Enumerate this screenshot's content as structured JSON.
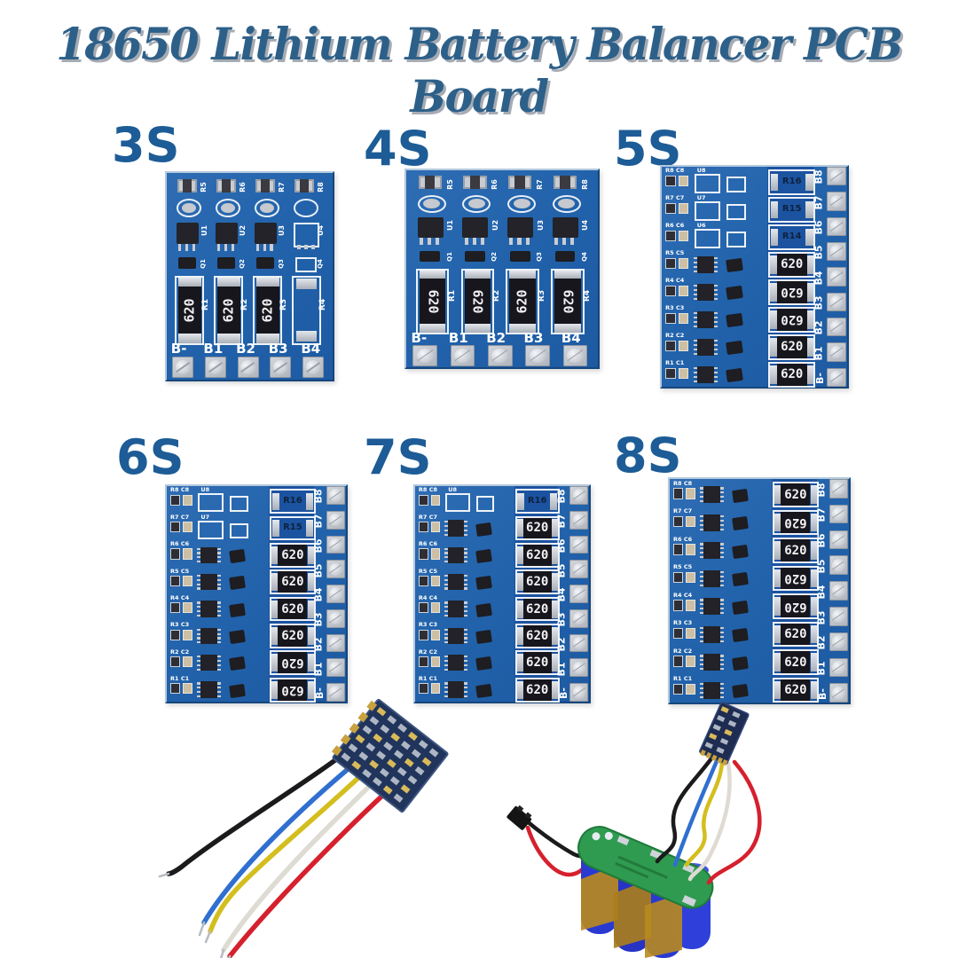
{
  "title": "18650 Lithium Battery Balancer PCB Board",
  "colors": {
    "title": "#2d6089",
    "title_shadow": "#a6abb3",
    "label": "#1d5c96",
    "pcb_blue": "#2263ab",
    "pcb_dark_stripe": "#1b53a0",
    "silkscreen": "#ffffff",
    "resistor_body": "#16161c",
    "resistor_text": "#f2f2f4",
    "pad_silver": "#b9bec6",
    "empty_label_dark": "#0e2240",
    "wire_black": "#1b1b1d",
    "wire_blue": "#2f6fd0",
    "wire_yellow": "#d4be1e",
    "wire_white": "#e6e3da",
    "wire_red": "#d6202d",
    "cell_blue": "#2a3ad0",
    "cell_tape_gold": "#b8891f",
    "pack_pcb_green": "#2f9b50"
  },
  "boards": [
    {
      "label": "3S",
      "orientation": "horizontal",
      "cells": 3,
      "columns": 4,
      "resistor_value": "620",
      "terminals": [
        "B-",
        "B1",
        "B2",
        "B3",
        "B4"
      ],
      "top_res_labels": [
        "R5",
        "R6",
        "R7",
        "R8"
      ],
      "ic_labels": [
        "U1",
        "U2",
        "U3",
        "U4"
      ],
      "q_labels": [
        "Q1",
        "Q2",
        "Q3",
        "Q4"
      ],
      "res_labels": [
        "R1",
        "R2",
        "R3",
        "R4"
      ],
      "value_flips": [
        false,
        false,
        false
      ]
    },
    {
      "label": "4S",
      "orientation": "horizontal",
      "cells": 4,
      "columns": 4,
      "resistor_value": "620",
      "terminals": [
        "B-",
        "B1",
        "B2",
        "B3",
        "B4"
      ],
      "top_res_labels": [
        "R5",
        "R6",
        "R7",
        "R8"
      ],
      "ic_labels": [
        "U1",
        "U2",
        "U3",
        "U4"
      ],
      "q_labels": [
        "Q1",
        "Q2",
        "Q3",
        "Q4"
      ],
      "res_labels": [
        "R1",
        "R2",
        "R3",
        "R4"
      ],
      "value_flips": [
        true,
        true,
        false,
        true
      ]
    },
    {
      "label": "5S",
      "orientation": "vertical",
      "cells": 5,
      "channels": 8,
      "resistor_value": "620",
      "terminals": [
        "B8",
        "B7",
        "B6",
        "B5",
        "B4",
        "B3",
        "B2",
        "B1",
        "B-"
      ],
      "empty_labels": [
        "R16",
        "R15",
        "R14"
      ],
      "left_labels": [
        [
          "R8",
          "C8",
          "U8"
        ],
        [
          "R7",
          "C7",
          "U7"
        ],
        [
          "R6",
          "C6",
          "U6"
        ],
        [
          "R5",
          "C5"
        ],
        [
          "R4",
          "C4"
        ],
        [
          "R3",
          "C3"
        ],
        [
          "R2",
          "C2"
        ],
        [
          "R1",
          "C1"
        ]
      ],
      "value_flips": [
        false,
        true,
        true,
        false,
        false
      ]
    },
    {
      "label": "6S",
      "orientation": "vertical",
      "cells": 6,
      "channels": 8,
      "resistor_value": "620",
      "terminals": [
        "B8",
        "B7",
        "B6",
        "B5",
        "B4",
        "B3",
        "B2",
        "B1",
        "B-"
      ],
      "empty_labels": [
        "R16",
        "R15"
      ],
      "left_labels": [
        [
          "R8",
          "C8",
          "U8"
        ],
        [
          "R7",
          "C7",
          "U7"
        ],
        [
          "R6",
          "C6"
        ],
        [
          "R5",
          "C5"
        ],
        [
          "R4",
          "C4"
        ],
        [
          "R3",
          "C3"
        ],
        [
          "R2",
          "C2"
        ],
        [
          "R1",
          "C1"
        ]
      ],
      "value_flips": [
        false,
        false,
        false,
        false,
        true,
        true
      ]
    },
    {
      "label": "7S",
      "orientation": "vertical",
      "cells": 7,
      "channels": 8,
      "resistor_value": "620",
      "terminals": [
        "B8",
        "B7",
        "B6",
        "B5",
        "B4",
        "B3",
        "B2",
        "B1",
        "B-"
      ],
      "empty_labels": [
        "R16"
      ],
      "left_labels": [
        [
          "R8",
          "C8",
          "U8"
        ],
        [
          "R7",
          "C7"
        ],
        [
          "R6",
          "C6"
        ],
        [
          "R5",
          "C5"
        ],
        [
          "R4",
          "C4"
        ],
        [
          "R3",
          "C3"
        ],
        [
          "R2",
          "C2"
        ],
        [
          "R1",
          "C1"
        ]
      ],
      "value_flips": [
        false,
        false,
        false,
        false,
        false,
        false,
        false
      ]
    },
    {
      "label": "8S",
      "orientation": "vertical",
      "cells": 8,
      "channels": 8,
      "resistor_value": "620",
      "terminals": [
        "B8",
        "B7",
        "B6",
        "B5",
        "B4",
        "B3",
        "B2",
        "B1",
        "B-"
      ],
      "empty_labels": [],
      "left_labels": [
        [
          "R8",
          "C8"
        ],
        [
          "R7",
          "C7"
        ],
        [
          "R6",
          "C6"
        ],
        [
          "R5",
          "C5"
        ],
        [
          "R4",
          "C4"
        ],
        [
          "R3",
          "C3"
        ],
        [
          "R2",
          "C2"
        ],
        [
          "R1",
          "C1"
        ]
      ],
      "value_flips": [
        false,
        true,
        false,
        true,
        true,
        false,
        false,
        false
      ]
    }
  ],
  "photo_wired_board": {
    "wires": [
      {
        "name": "black",
        "color": "#1b1b1d"
      },
      {
        "name": "blue",
        "color": "#2f6fd0"
      },
      {
        "name": "yellow",
        "color": "#d4be1e"
      },
      {
        "name": "white",
        "color": "#e6e3da"
      },
      {
        "name": "red",
        "color": "#d6202d"
      }
    ]
  },
  "photo_battery_pack": {
    "visible_cells": 4,
    "cell_type": "18650",
    "balance_wires": [
      "black",
      "blue",
      "yellow",
      "white",
      "red"
    ],
    "connector_wires": [
      "red",
      "black"
    ]
  }
}
